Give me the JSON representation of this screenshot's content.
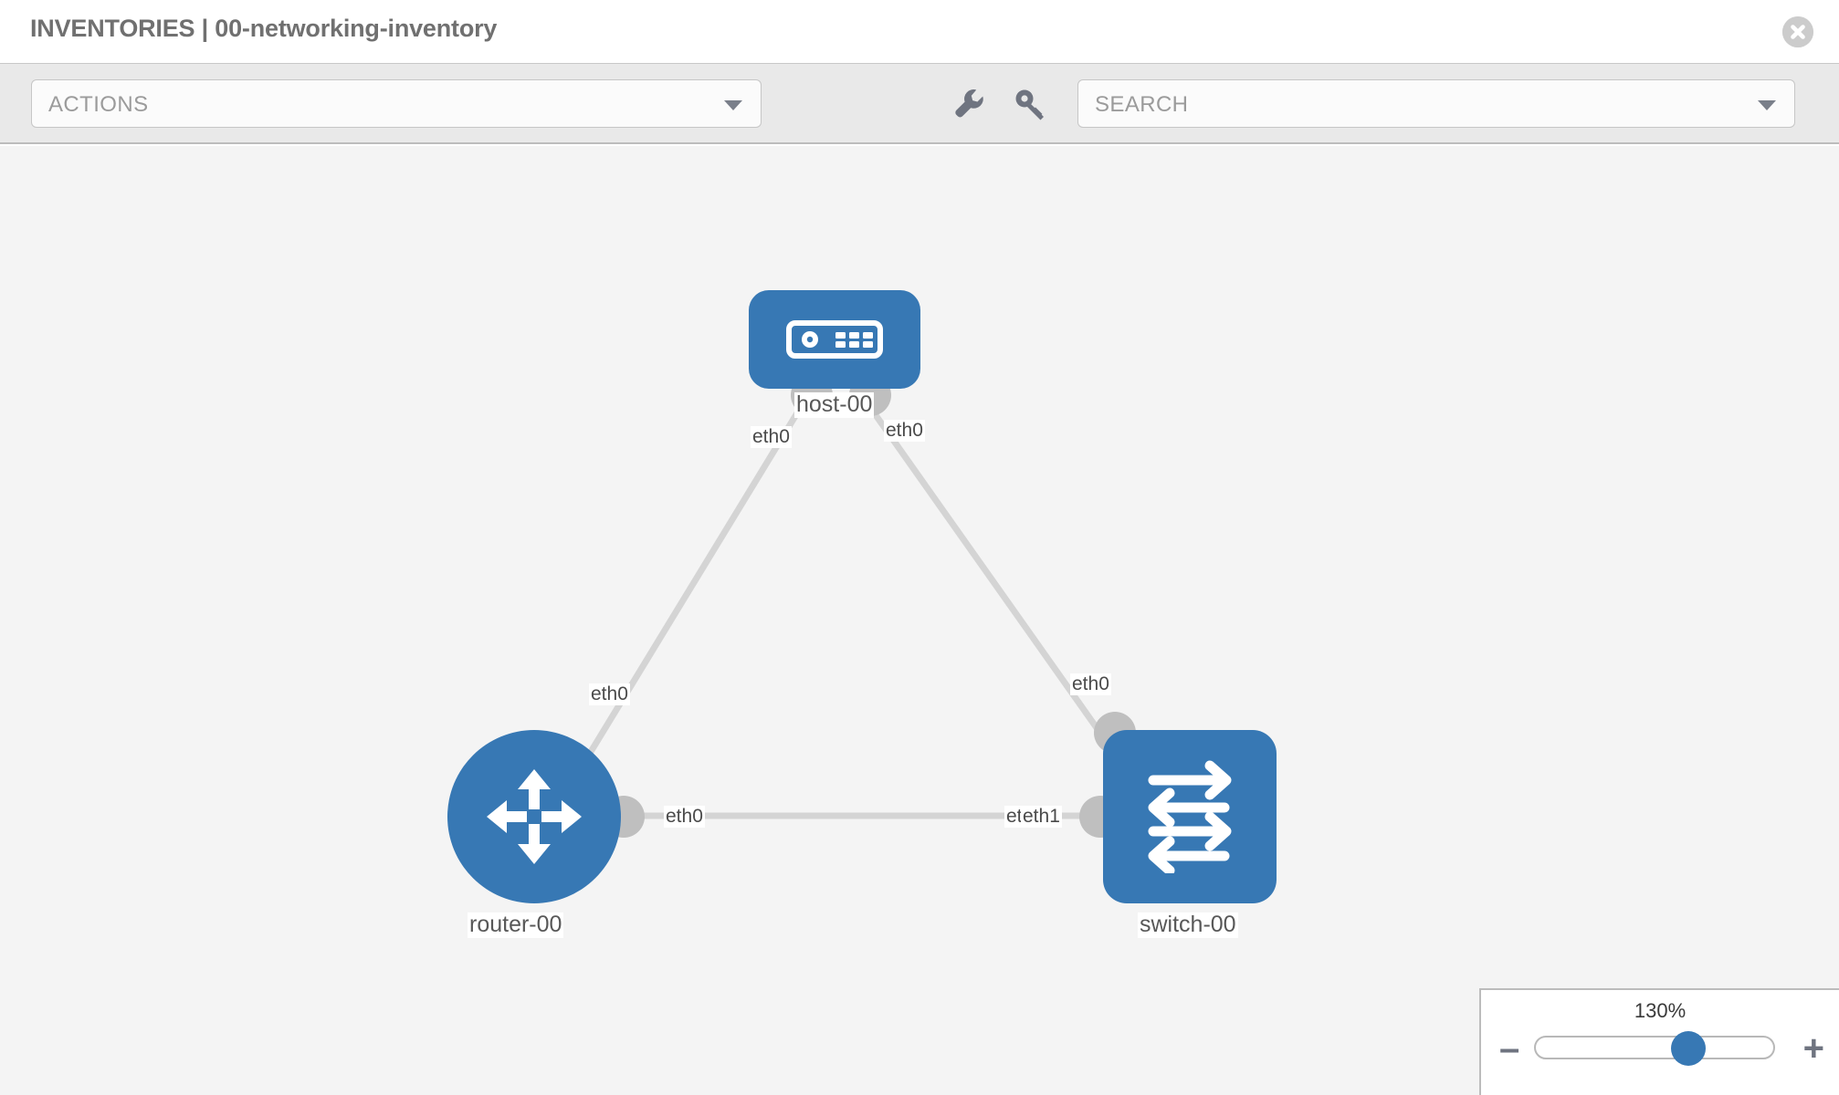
{
  "header": {
    "title": "INVENTORIES | 00-networking-inventory",
    "close_icon": "close-circle-icon"
  },
  "toolbar": {
    "actions_label": "ACTIONS",
    "actions_caret": "chevron-down-icon",
    "wrench_icon": "wrench-icon",
    "key_icon": "key-icon",
    "search_placeholder": "SEARCH",
    "search_value": "",
    "search_caret": "chevron-down-icon"
  },
  "topology": {
    "nodes": [
      {
        "id": "host-00",
        "label": "host-00",
        "type": "host",
        "icon": "server-appliance-icon"
      },
      {
        "id": "router-00",
        "label": "router-00",
        "type": "router",
        "icon": "four-arrows-inward-icon"
      },
      {
        "id": "switch-00",
        "label": "switch-00",
        "type": "switch",
        "icon": "bidirectional-arrows-icon"
      }
    ],
    "interface_labels": [
      {
        "id": "host-left",
        "text": "eth0"
      },
      {
        "id": "host-right",
        "text": "eth0"
      },
      {
        "id": "router-up",
        "text": "eth0"
      },
      {
        "id": "switch-up",
        "text": "eth0"
      },
      {
        "id": "router-right",
        "text": "eth0"
      },
      {
        "id": "switch-left-a",
        "text": "eth0"
      },
      {
        "id": "switch-left-b",
        "text": "eth1"
      }
    ],
    "colors": {
      "node_blue": "#3778b4",
      "port_gray": "#bfbfbf",
      "link_gray": "#d4d4d4",
      "canvas_bg": "#f4f4f4"
    }
  },
  "zoom": {
    "level": "130%",
    "minus_label": "–",
    "plus_label": "+",
    "slider_percent": 62
  }
}
